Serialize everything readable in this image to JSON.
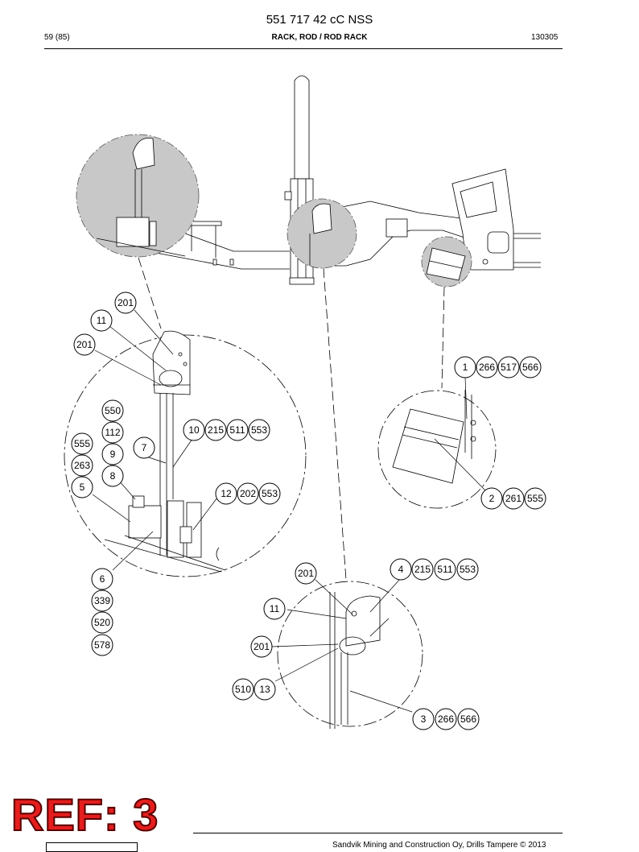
{
  "header": {
    "title": "551 717 42 cC NSS",
    "page": "59 (85)",
    "subtitle": "RACK, ROD / ROD RACK",
    "code": "130305"
  },
  "footer": {
    "stamp": "REF: 3",
    "copyright": "Sandvik Mining and Construction Oy, Drills Tampere © 2013"
  },
  "callouts": {
    "c_201_a": "201",
    "c_11_a": "11",
    "c_201_b": "201",
    "c_550": "550",
    "c_112": "112",
    "c_555_a": "555",
    "c_9": "9",
    "c_7": "7",
    "c_263": "263",
    "c_8": "8",
    "c_5": "5",
    "c_10": "10",
    "c_215_a": "215",
    "c_511_a": "511",
    "c_553_a": "553",
    "c_12": "12",
    "c_202": "202",
    "c_553_b": "553",
    "c_6": "6",
    "c_339": "339",
    "c_520": "520",
    "c_578": "578",
    "c_1": "1",
    "c_266_a": "266",
    "c_517": "517",
    "c_566_a": "566",
    "c_2": "2",
    "c_261": "261",
    "c_555_b": "555",
    "c_4": "4",
    "c_215_b": "215",
    "c_511_b": "511",
    "c_553_c": "553",
    "c_201_c": "201",
    "c_11_b": "11",
    "c_201_d": "201",
    "c_510": "510",
    "c_13": "13",
    "c_3": "3",
    "c_266_b": "266",
    "c_566_b": "566"
  }
}
